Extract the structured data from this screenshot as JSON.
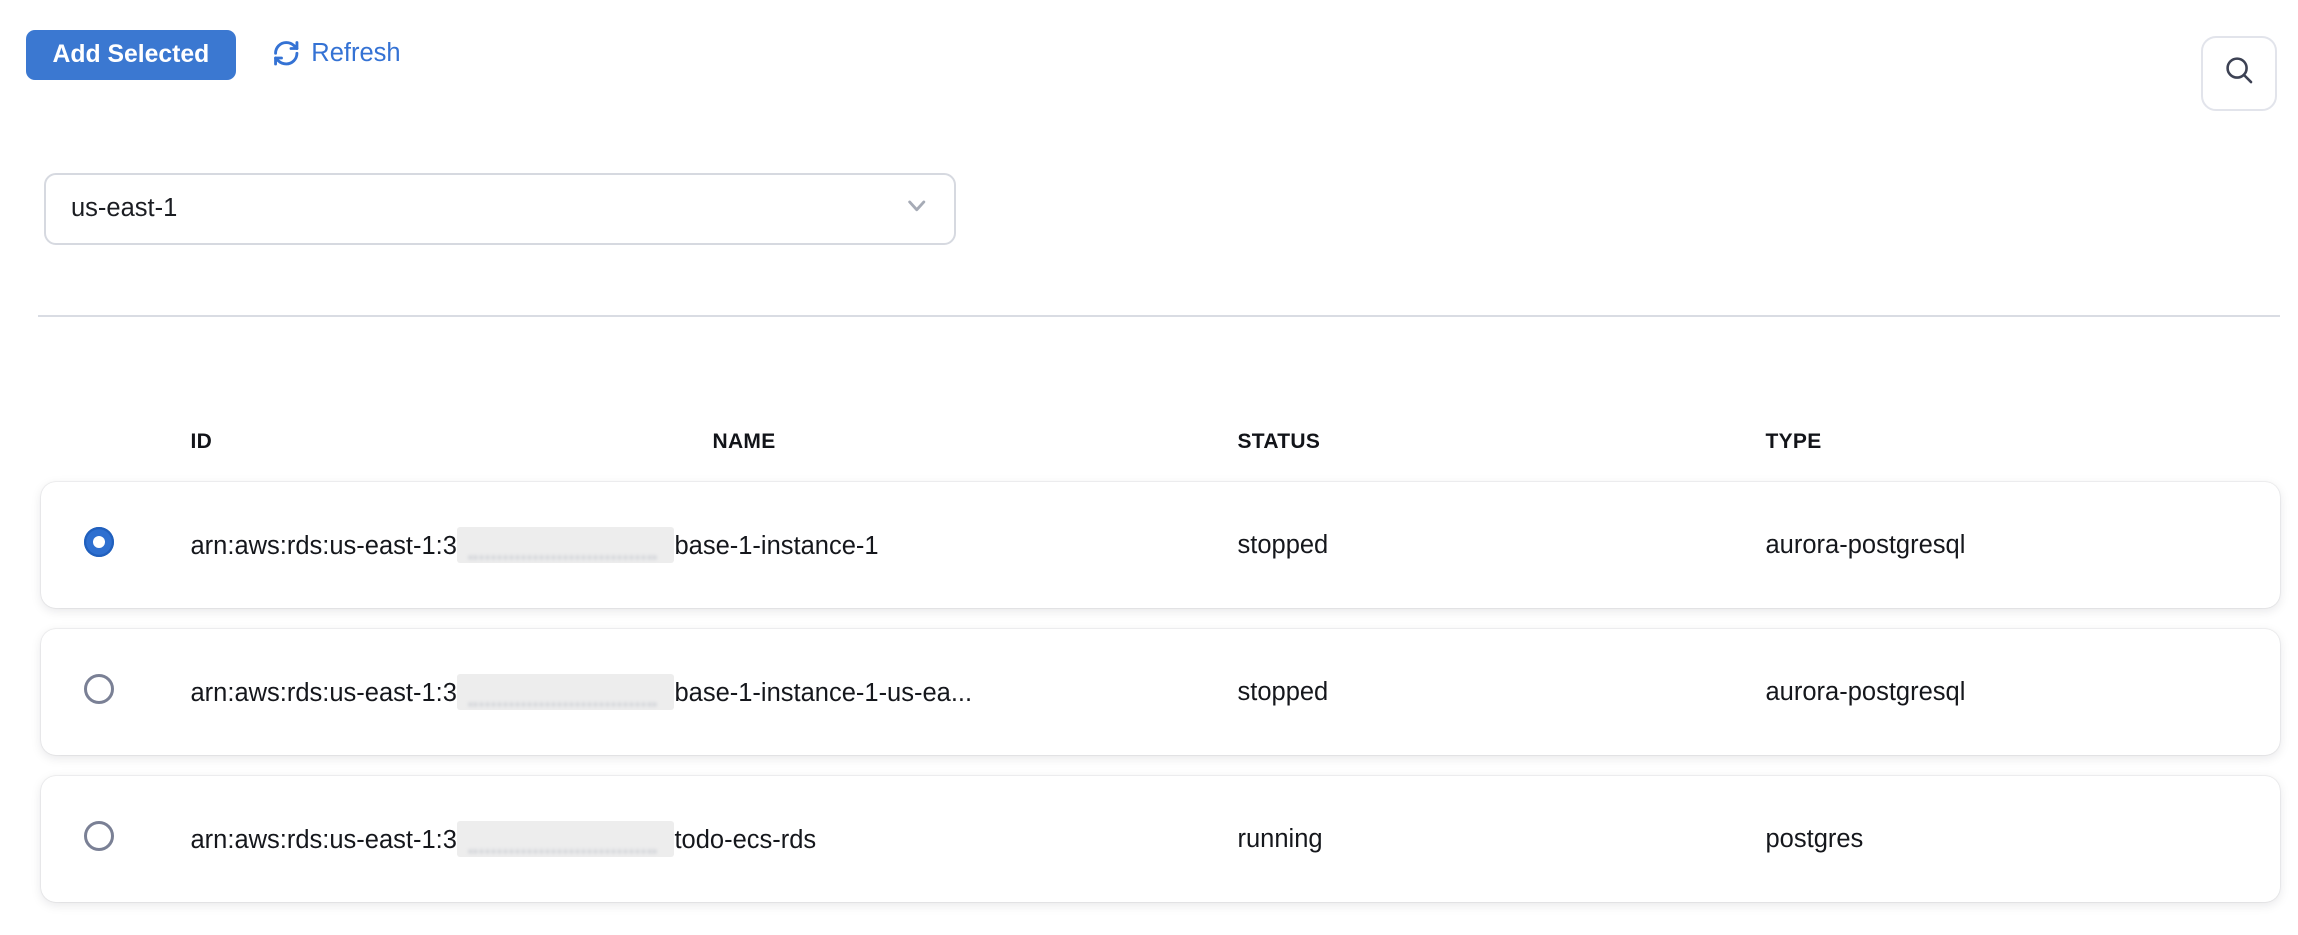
{
  "toolbar": {
    "add_selected": "Add Selected",
    "refresh": "Refresh"
  },
  "filters": {
    "region": "us-east-1"
  },
  "icons": {
    "refresh": "refresh-icon",
    "search": "search-icon",
    "region_chevron": "chevron-down-icon"
  },
  "table": {
    "columns": [
      "ID",
      "NAME",
      "STATUS",
      "TYPE"
    ],
    "rows": [
      {
        "selected": true,
        "id_prefix": "arn:aws:rds:us-east-1:3",
        "id_redacted": true,
        "id_suffix": "base-1-instance-1",
        "status": "stopped",
        "type": "aurora-postgresql"
      },
      {
        "selected": false,
        "id_prefix": "arn:aws:rds:us-east-1:3",
        "id_redacted": true,
        "id_suffix": "base-1-instance-1-us-ea...",
        "status": "stopped",
        "type": "aurora-postgresql"
      },
      {
        "selected": false,
        "id_prefix": "arn:aws:rds:us-east-1:3",
        "id_redacted": true,
        "id_suffix": "todo-ecs-rds",
        "status": "running",
        "type": "postgres"
      }
    ]
  },
  "colors": {
    "primary": "#3b78d1",
    "link": "#3472d4",
    "radio_selected": "#2e6fd0",
    "divider": "#d9dce3",
    "text": "#15171c"
  }
}
